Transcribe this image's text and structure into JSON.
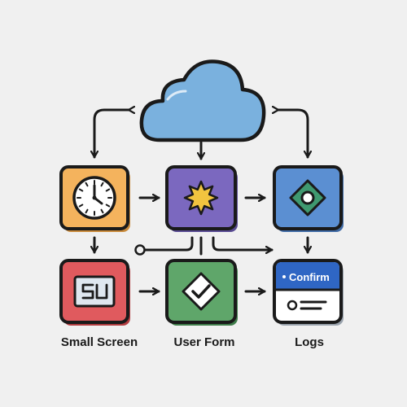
{
  "nodes": {
    "cloud": {
      "icon": "cloud-icon",
      "fill": "#7ab1de"
    },
    "clock": {
      "icon": "clock-icon",
      "fill": "#f4b35d"
    },
    "star": {
      "icon": "star-burst-icon",
      "fill": "#7b68bf"
    },
    "diamond": {
      "icon": "diamond-target-icon",
      "fill": "#5b8fd2"
    },
    "small_screen": {
      "icon": "small-screen-icon",
      "fill": "#e05a5e",
      "label": "Small Screen"
    },
    "user_form": {
      "icon": "checkmark-diamond-icon",
      "fill": "#5fa66a",
      "label": "User Form"
    },
    "logs": {
      "icon": "confirm-dialog-icon",
      "fill": "#5b8fd2",
      "label": "Logs",
      "dialog_title": "Confirm"
    }
  },
  "colors": {
    "background": "#f0f0f0",
    "stroke": "#1a1a1a",
    "gold": "#f2c43f"
  }
}
